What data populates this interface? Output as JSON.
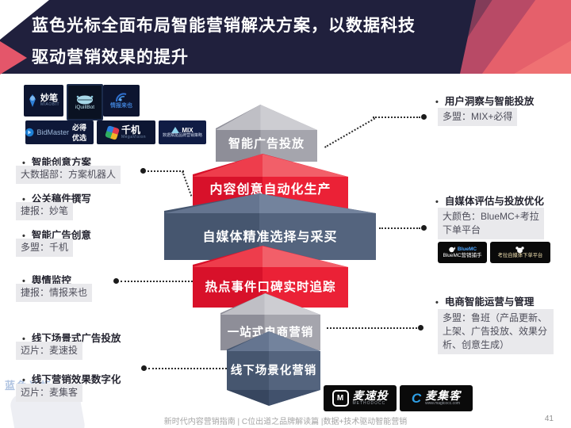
{
  "header": {
    "title_line1": "蓝色光标全面布局智能营销解决方案，以数据科技",
    "title_line2": "驱动营销效果的提升"
  },
  "logo_wall": {
    "miaobi": {
      "name": "妙笔",
      "sub": "MIAOBIT"
    },
    "iquillbot": {
      "name": "iQuillBot"
    },
    "qingbao": {
      "name": "情报来也"
    },
    "bidmaster": {
      "brand": "BidMaster",
      "name": "必得优选"
    },
    "qianji": {
      "name": "千机",
      "sub": "MegaVision"
    },
    "mix": {
      "brand": "MIX",
      "sub": "数据赋能品牌营销策略"
    }
  },
  "left_items": [
    {
      "title": "智能创意方案",
      "tag": "大数据部：方案机器人"
    },
    {
      "title": "公关稿件撰写",
      "tag": "捷报：妙笔"
    },
    {
      "title": "智能广告创意",
      "tag": "多盟：千机"
    },
    {
      "title": "舆情监控",
      "tag": "捷报：情报来也"
    },
    {
      "title": "线下场景式广告投放",
      "tag": "迈片：麦速投"
    },
    {
      "title": "线下营销效果数字化",
      "tag": "迈片：麦集客"
    }
  ],
  "right_items": [
    {
      "title": "用户洞察与智能投放",
      "tag": "多盟：MIX+必得"
    },
    {
      "title": "自媒体评估与投放优化",
      "tag": "大颜色：BlueMC+考拉下单平台"
    },
    {
      "title": "电商智能运营与管理",
      "tag": "多盟：鲁班（产品更新、上架、广告投放、效果分析、创意生成）"
    }
  ],
  "bluemc_logos": [
    {
      "brand": "BlueMC",
      "label": "BlueMC营销捕手"
    },
    {
      "label": "考拉自媒体下单平台"
    }
  ],
  "stack": {
    "layers": [
      {
        "label": "智能广告投放"
      },
      {
        "label": "内容创意自动化生产"
      },
      {
        "label": "自媒体精准选择与采买"
      },
      {
        "label": "热点事件口碑实时追踪"
      },
      {
        "label": "一站式电商营销"
      },
      {
        "label": "线下场景化营销"
      }
    ]
  },
  "bottom_logos": [
    {
      "name": "麦速投",
      "sub": "METHODOCC"
    },
    {
      "name": "麦集客",
      "sub": "www.magicocc.com"
    }
  ],
  "footer": {
    "text": "新时代内容营销指南 | C位出道之品牌解读篇 |数据+技术驱动智能营销",
    "page": "41"
  },
  "watermark": "蓝色光标",
  "icons": [
    "pen-icon",
    "robot-face-icon",
    "signal-swirl-icon",
    "play-circle-icon",
    "pinwheel-icon",
    "triangle-icon",
    "whale-icon",
    "koala-icon",
    "m-badge-icon",
    "c-badge-icon",
    "connector-dot"
  ],
  "colors": {
    "header_navy": "#20203d",
    "brand_red": "#e01b2f",
    "block_navy": "#4b5a74",
    "block_gray": "#9b9ba4",
    "tag_bg": "#e9e9ec",
    "accent_pink": "#e4566a"
  }
}
